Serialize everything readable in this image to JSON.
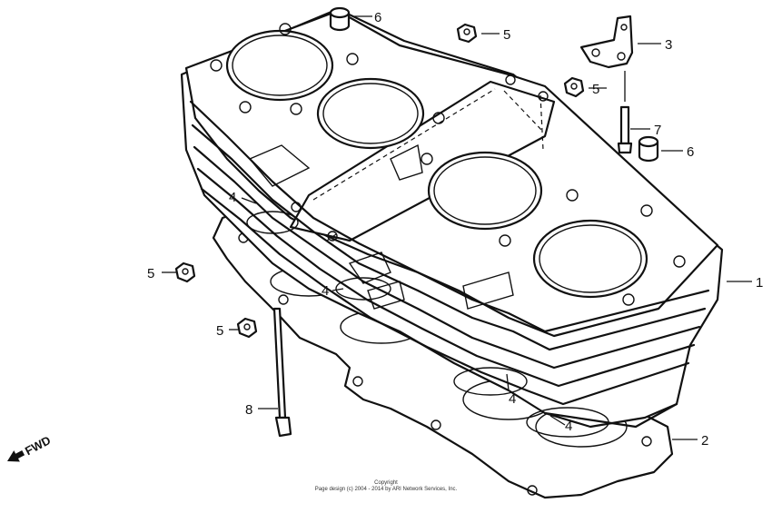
{
  "callouts": {
    "c1": "1",
    "c2": "2",
    "c3": "3",
    "c4a": "4",
    "c4b": "4",
    "c4c": "4",
    "c4d": "4",
    "c5a": "5",
    "c5b": "5",
    "c5c": "5",
    "c5d": "5",
    "c6a": "6",
    "c6b": "6",
    "c7": "7",
    "c8": "8"
  },
  "fwd_label": "FWD",
  "copyright": {
    "line1": "Copyright",
    "line2": "Page design (c) 2004 - 2014 by ARI Network Services, Inc."
  },
  "icons": [
    "fwd-arrow-icon"
  ]
}
